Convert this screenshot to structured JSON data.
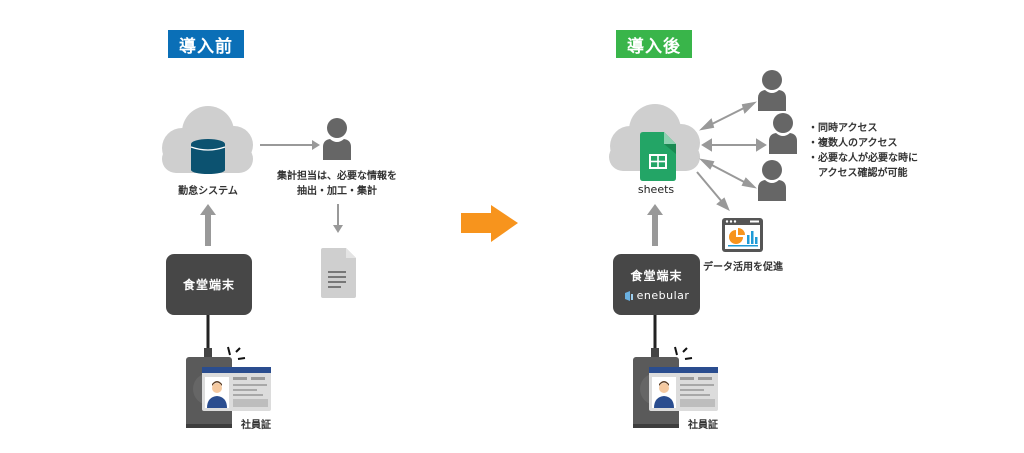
{
  "before": {
    "badge": "導入前",
    "badge_color": "#0A6FB7",
    "system_label": "勤怠システム",
    "staff_note_line1": "集計担当は、必要な情報を",
    "staff_note_line2": "抽出・加工・集計",
    "terminal_label": "食堂端末",
    "card_label": "社員証"
  },
  "transition_arrow_color": "#F7941D",
  "after": {
    "badge": "導入後",
    "badge_color": "#39B54A",
    "cloud_app_label": "sheets",
    "terminal_label": "食堂端末",
    "terminal_brand": "enebular",
    "card_label": "社員証",
    "data_label": "データ活用を促進",
    "benefits": [
      "・同時アクセス",
      "・複数人のアクセス",
      "・必要な人が必要な時に",
      "　アクセス確認が可能"
    ]
  },
  "icons": {
    "cloud": "cloud-icon",
    "database": "database-icon",
    "person": "person-icon",
    "document": "document-icon",
    "sheets": "google-sheets-icon",
    "dashboard": "dashboard-chart-icon",
    "id_card": "id-card-icon",
    "card_reader": "card-reader-icon"
  }
}
